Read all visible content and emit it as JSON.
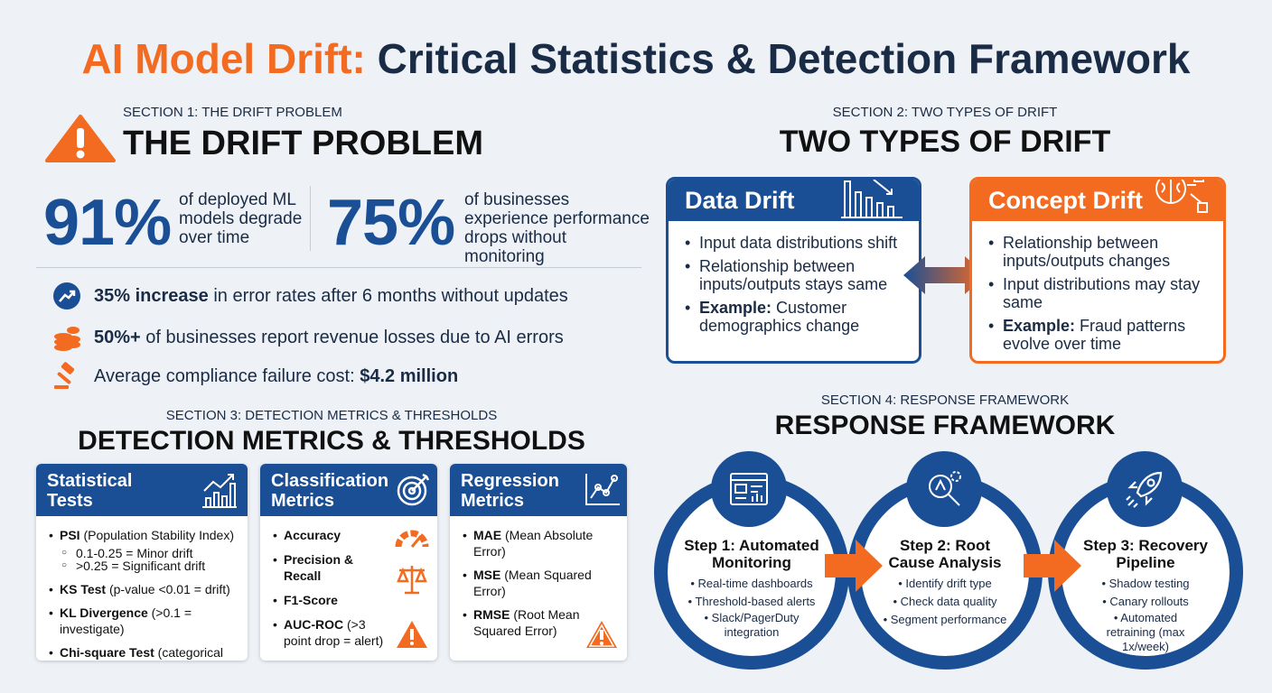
{
  "title": {
    "highlight": "AI Model Drift:",
    "rest": " Critical Statistics & Detection Framework"
  },
  "s1": {
    "label": "SECTION 1: THE DRIFT PROBLEM",
    "heading": "THE DRIFT PROBLEM",
    "stat1": {
      "value": "91%",
      "text": "of deployed ML models degrade over time"
    },
    "stat2": {
      "value": "75%",
      "text": "of businesses experience performance drops without monitoring"
    },
    "bullets": [
      {
        "icon": "trend-up-icon",
        "bold": "35% increase",
        "text": " in error rates after 6 months without updates"
      },
      {
        "icon": "coins-icon",
        "bold": "50%+",
        "text": " of businesses report revenue losses due to AI errors"
      },
      {
        "icon": "gavel-icon",
        "text": "Average compliance failure cost: ",
        "bold": "$4.2 million"
      }
    ]
  },
  "s2": {
    "label": "SECTION 2: TWO TYPES OF DRIFT",
    "heading": "TWO TYPES OF DRIFT",
    "data": {
      "title": "Data Drift",
      "items": [
        "Input data distributions shift",
        "Relationship between inputs/outputs stays same"
      ],
      "ex_bold": "Example:",
      "ex": " Customer demographics change"
    },
    "concept": {
      "title": "Concept Drift",
      "items": [
        "Relationship between inputs/outputs changes",
        "Input distributions may stay same"
      ],
      "ex_bold": "Example:",
      "ex": " Fraud patterns evolve over time"
    }
  },
  "s3": {
    "label": "SECTION 3: DETECTION METRICS & THRESHOLDS",
    "heading": "DETECTION METRICS & THRESHOLDS",
    "stat": {
      "title1": "Statistical",
      "title2": "Tests"
    },
    "cls": {
      "title1": "Classification",
      "title2": "Metrics"
    },
    "reg": {
      "title1": "Regression",
      "title2": "Metrics"
    },
    "psi_b": "PSI",
    "psi": " (Population Stability Index)",
    "psi1": "0.1-0.25 = Minor drift",
    "psi2": ">0.25 = Significant drift",
    "ks_b": "KS Test",
    "ks": " (p-value <0.01 = drift)",
    "kl_b": "KL Divergence",
    "kl": " (>0.1 = investigate)",
    "chi_b": "Chi-square Test",
    "chi": " (categorical data)",
    "acc": "Accuracy",
    "pr": "Precision & Recall",
    "f1": "F1-Score",
    "auc_b": "AUC-ROC",
    "auc": " (>3 point drop = alert)",
    "mae_b": "MAE",
    "mae": " (Mean Absolute Error)",
    "mse_b": "MSE",
    "mse": " (Mean Squared Error)",
    "rmse_b": "RMSE",
    "rmse": " (Root Mean Squared Error)"
  },
  "s4": {
    "label": "SECTION 4: RESPONSE FRAMEWORK",
    "heading": "RESPONSE FRAMEWORK",
    "steps": [
      {
        "title": "Step 1: Automated Monitoring",
        "items": [
          "• Real-time dashboards",
          "• Threshold-based alerts",
          "• Slack/PagerDuty integration"
        ]
      },
      {
        "title": "Step 2: Root Cause Analysis",
        "items": [
          "• Identify drift type",
          "• Check data quality",
          "• Segment performance"
        ]
      },
      {
        "title": "Step 3: Recovery Pipeline",
        "items": [
          "• Shadow testing",
          "• Canary rollouts",
          "• Automated retraining (max 1x/week)"
        ]
      }
    ]
  },
  "colors": {
    "blue": "#1a4f96",
    "orange": "#f26b21"
  }
}
